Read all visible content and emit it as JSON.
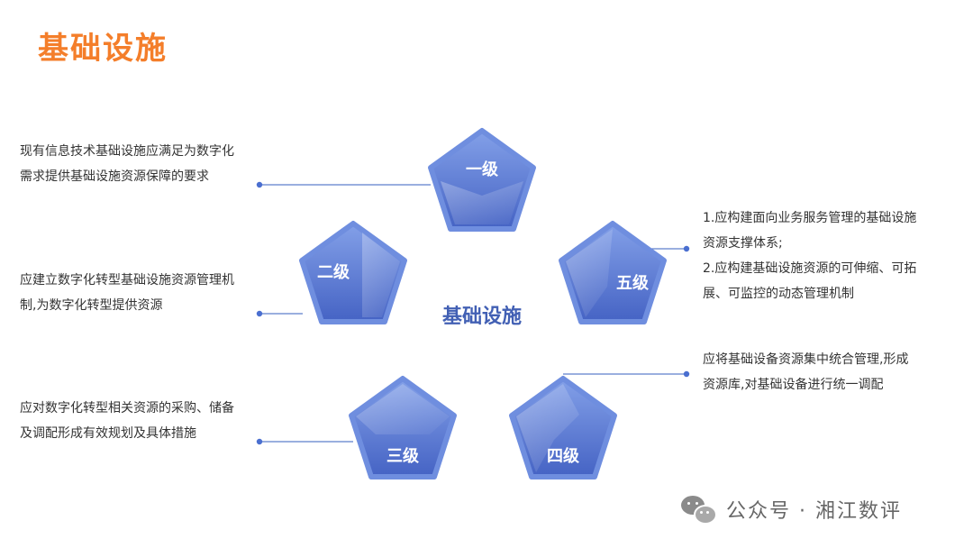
{
  "title": "基础设施",
  "center_label": "基础设施",
  "levels": {
    "l1": {
      "label": "一级",
      "desc": [
        "现有信息技术基础设施应满足为数字化",
        "需求提供基础设施资源保障的要求"
      ]
    },
    "l2": {
      "label": "二级",
      "desc": [
        "应建立数字化转型基础设施资源管理机",
        "制,为数字化转型提供资源"
      ]
    },
    "l3": {
      "label": "三级",
      "desc": [
        "应对数字化转型相关资源的采购、储备",
        "及调配形成有效规划及具体措施"
      ]
    },
    "l4": {
      "label": "四级",
      "desc": [
        "应将基础设备资源集中统合管理,形成",
        "资源库,对基础设备进行统一调配"
      ]
    },
    "l5": {
      "label": "五级",
      "desc": [
        "1.应构建面向业务服务管理的基础设施",
        "资源支撑体系;",
        "2.应构建基础设施资源的可伸缩、可拓",
        "展、可监控的动态管理机制"
      ]
    }
  },
  "watermark": {
    "text": "公众号 · 湘江数评",
    "icon": "wechat-icon"
  },
  "colors": {
    "title": "#f47e2a",
    "pentagon_light": "#7f9be6",
    "pentagon_dark": "#4461c2",
    "center_text": "#4260b4",
    "connector": "#5e7fcc"
  }
}
